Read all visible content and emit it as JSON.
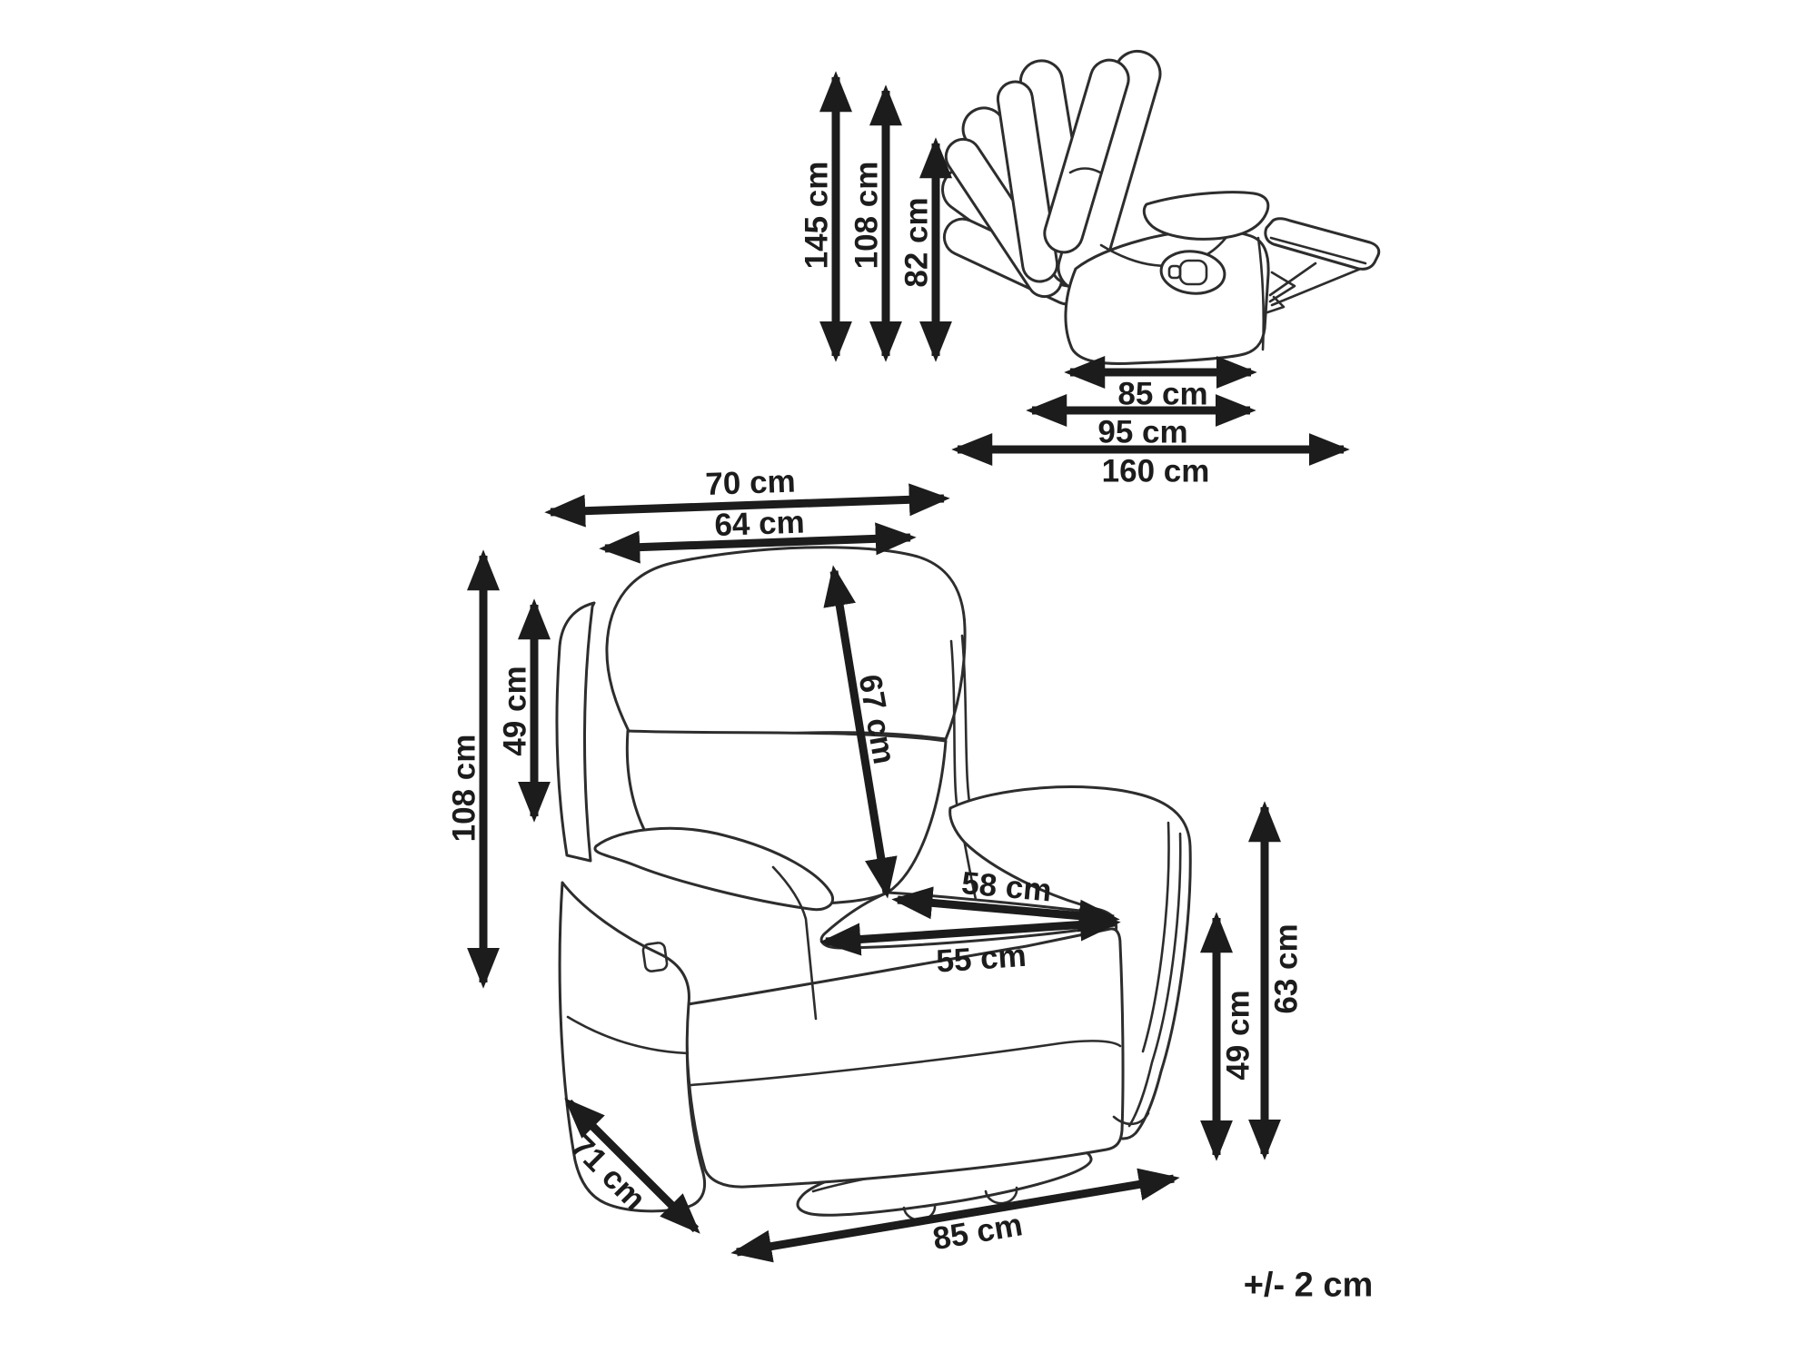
{
  "background": "#ffffff",
  "ink": {
    "drawing_line": "#2d2d2d",
    "dimension": "#1c1c1c"
  },
  "tolerance": "+/- 2 cm",
  "side_view": {
    "dims": {
      "height_total": "145 cm",
      "height_back": "108 cm",
      "height_reclined": "82 cm",
      "depth_base": "85 cm",
      "depth_total": "95 cm",
      "length_reclined": "160 cm"
    }
  },
  "main_view": {
    "dims": {
      "width_total": "70 cm",
      "width_backrest": "64 cm",
      "height_total": "108 cm",
      "height_backrest_side": "49 cm",
      "length_backrest": "67 cm",
      "depth_seat": "58 cm",
      "width_seat": "55 cm",
      "height_seat": "49 cm",
      "height_armrest": "63 cm",
      "depth_side": "71 cm",
      "width_base": "85 cm"
    }
  }
}
